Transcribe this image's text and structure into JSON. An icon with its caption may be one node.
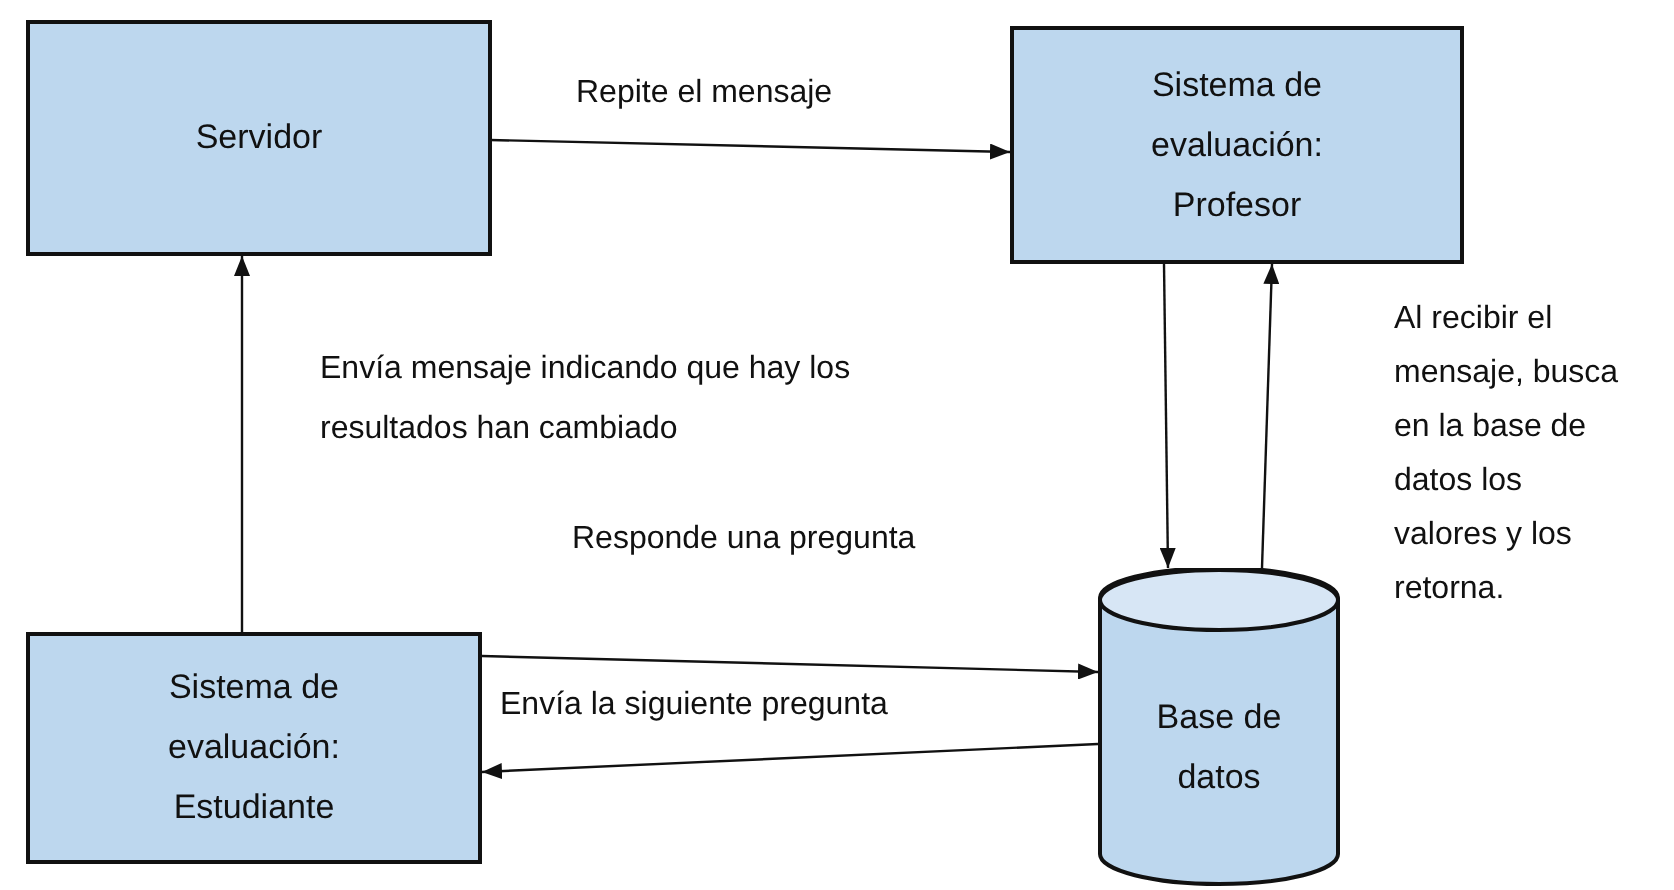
{
  "diagram": {
    "nodes": [
      {
        "text": [
          "Servidor"
        ]
      },
      {
        "text": [
          "Sistema de evaluación: Profesor"
        ]
      },
      {
        "text": [
          "Sistema de evaluación: Estudiante"
        ]
      },
      {
        "text": [
          "Base de datos"
        ]
      }
    ],
    "edges": [
      {
        "from": 0,
        "to": 1,
        "arrow": "to",
        "label": "Repite el mensaje"
      },
      {
        "from": 2,
        "to": 0,
        "arrow": "to",
        "label": "Envía mensaje indicando que hay los resultados han cambiado"
      },
      {
        "from": 1,
        "to": 3,
        "arrow": "to"
      },
      {
        "from": 3,
        "to": 1,
        "arrow": "to",
        "label": "Al recibir el mensaje, busca en la base de datos los valores y los retorna."
      },
      {
        "from": 2,
        "to": 3,
        "arrow": "to",
        "label": "Responde una pregunta"
      },
      {
        "from": 3,
        "to": 2,
        "arrow": "to",
        "label": "Envía la siguiente pregunta"
      }
    ]
  }
}
